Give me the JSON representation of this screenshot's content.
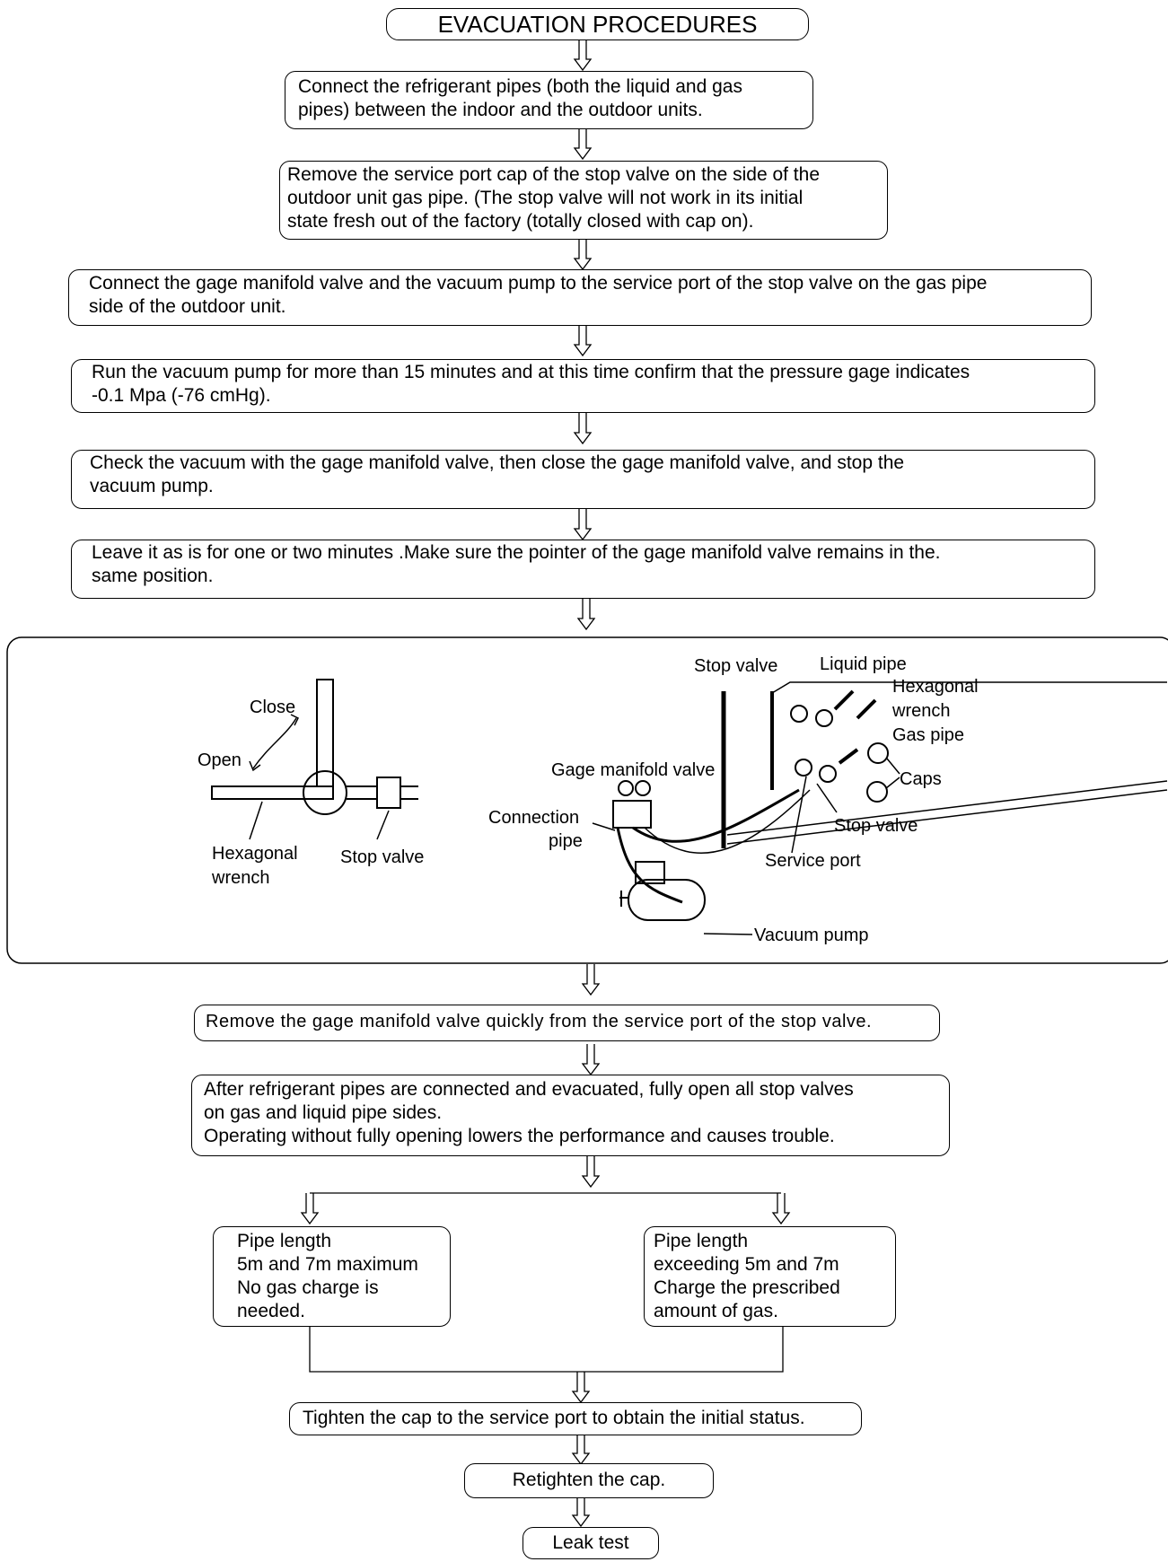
{
  "title": "EVACUATION PROCEDURES",
  "steps": [
    "Connect the refrigerant pipes (both the liquid and gas\npipes) between the indoor and the outdoor units.",
    "Remove the service port cap of the stop valve on the side of the\noutdoor unit gas pipe. (The stop valve will not work in its initial\nstate fresh out of the factory (totally closed with cap on).",
    "Connect the gage manifold valve and the vacuum pump to the service port of the stop valve on the gas pipe\nside of the outdoor unit.",
    "Run the vacuum pump for more than 15 minutes and at this time confirm that the pressure gage indicates\n-0.1 Mpa (-76 cmHg).",
    "Check the vacuum with the gage manifold valve, then close the gage manifold valve, and stop the\nvacuum pump.",
    "Leave it as is for one or two minutes .Make sure the pointer of the gage manifold valve remains in the.\nsame position.",
    "Remove the gage manifold valve quickly from the service port of the stop valve.",
    "After refrigerant pipes are connected and evacuated, fully open all stop valves\non gas and liquid pipe sides.\nOperating without fully opening lowers the performance and causes trouble."
  ],
  "branch_left": "Pipe length\n5m  and  7m maximum\nNo gas charge is\nneeded.",
  "branch_right": "Pipe length\nexceeding 5m  and  7m\nCharge the prescribed\namount of gas.",
  "final_steps": [
    "Tighten the cap to the service port to obtain the initial status.",
    "Retighten the cap.",
    "Leak test"
  ],
  "illustration": {
    "valve_labels": {
      "close": "Close",
      "open": "Open",
      "hexagonal_wrench_1": "Hexagonal",
      "hexagonal_wrench_2": "wrench",
      "stop_valve": "Stop valve"
    },
    "setup_labels": {
      "stop_valve_top": "Stop valve",
      "liquid_pipe": "Liquid pipe",
      "hexagonal_1": "Hexagonal",
      "hexagonal_2": "wrench",
      "gas_pipe": "Gas pipe",
      "gage_manifold_valve": "Gage manifold valve",
      "caps": "Caps",
      "connection_1": "Connection",
      "connection_2": "pipe",
      "stop_valve_bottom": "Stop valve",
      "service_port": "Service port",
      "vacuum_pump": "Vacuum pump"
    }
  }
}
